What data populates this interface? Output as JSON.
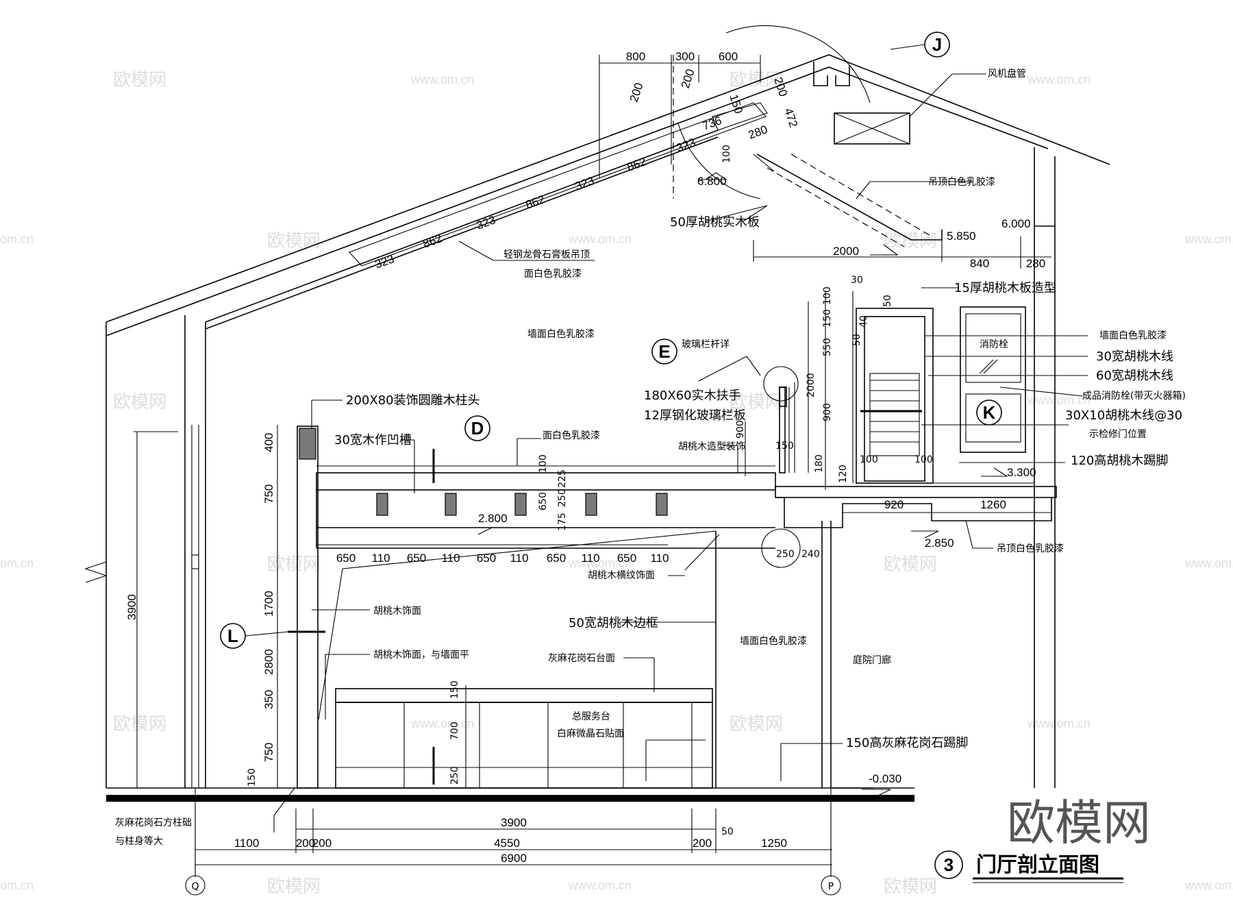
{
  "title": {
    "number": "3",
    "text": "门厅剖立面图"
  },
  "brand": "欧模网",
  "watermarks": {
    "cn": "欧模网",
    "url": "www.om.cn",
    "url_left": "om.cn"
  },
  "grid_labels": {
    "left": "Q",
    "right": "P"
  },
  "callouts": {
    "J": "J",
    "D": "D",
    "E": "E",
    "K": "K",
    "L": "L"
  },
  "annotations": {
    "fan_coil": "风机盘管",
    "ceiling_paint_1": "吊顶白色乳胶漆",
    "walnut_board_50": "50厚胡桃实木板",
    "light_steel_ceiling": "轻钢龙骨石膏板吊顶",
    "face_white_paint": "面白色乳胶漆",
    "wall_white_paint_main": "墙面白色乳胶漆",
    "walnut_board_15": "15厚胡桃木板造型",
    "wall_white_paint_right": "墙面白色乳胶漆",
    "walnut_line_30": "30宽胡桃木线",
    "walnut_line_60": "60宽胡桃木线",
    "fire_hydrant_box": "成品消防栓(带灭火器箱)",
    "walnut_line_30x10": "30X10胡桃木线@30",
    "access_door": "示检修门位置",
    "walnut_skirting_120": "120高胡桃木踢脚",
    "ceiling_paint_2": "吊顶白色乳胶漆",
    "glass_rail": "玻璃栏杆详",
    "handrail": "180X60实木扶手",
    "glass_panel": "12厚钢化玻璃栏板",
    "walnut_deco": "胡桃木造型装饰",
    "column_head": "200X80装饰圆雕木柱头",
    "groove_30": "30宽木作凹槽",
    "face_paint_beam": "面白色乳胶漆",
    "walnut_grain": "胡桃木横纹饰面",
    "walnut_frame_50": "50宽胡桃木边框",
    "walnut_face": "胡桃木饰面",
    "walnut_face_flush": "胡桃木饰面，与墙面平",
    "granite_top": "灰麻花岗石台面",
    "service_desk": "总服务台",
    "micro_crystal": "白麻微晶石贴面",
    "wall_white_paint_mid": "墙面白色乳胶漆",
    "courtyard_porch": "庭院门廊",
    "granite_skirting": "150高灰麻花岗石踢脚",
    "granite_base_1": "灰麻花岗石方柱础",
    "granite_base_2": "与柱身等大",
    "fire_hydrant": "消防栓"
  },
  "levels": {
    "l6800": "6.800",
    "l6000": "6.000",
    "l5850": "5.850",
    "l3300": "3.300",
    "l2850": "2.850",
    "l2800": "2.800",
    "l0030": "-0.030"
  },
  "dims": {
    "top_800": "800",
    "top_300": "300",
    "top_600": "600",
    "r200a": "200",
    "r200b": "200",
    "r200c": "200",
    "r150": "150",
    "r472": "472",
    "r736": "736",
    "r280": "280",
    "r323a": "323",
    "r862a": "862",
    "r323b": "323",
    "r862b": "862",
    "r323c": "323",
    "r862c": "862",
    "r323d": "323",
    "r100": "100",
    "d2000": "2000",
    "d840": "840",
    "d280": "280",
    "v30": "30",
    "v100a": "100",
    "v50a": "50",
    "v150": "150",
    "v40": "40",
    "v50b": "50",
    "v550": "550",
    "v900a": "900",
    "v100b": "100",
    "v100c": "100",
    "v2000": "2000",
    "v900b": "900",
    "v150b": "150",
    "v180": "180",
    "v120": "120",
    "d920": "920",
    "d1260": "1260",
    "d250": "250",
    "d240": "240",
    "b650a": "650",
    "b110a": "110",
    "b650b": "650",
    "b110b": "110",
    "b650c": "650",
    "b110c": "110",
    "b650d": "650",
    "b110d": "110",
    "b650e": "650",
    "b110e": "110",
    "bv100": "100",
    "bv225": "225",
    "bv650": "650",
    "bv175": "175",
    "bv250": "250",
    "c400": "400",
    "c750": "750",
    "c1700": "1700",
    "c2800": "2800",
    "c350": "350",
    "c750b": "750",
    "c150": "150",
    "h3900": "3900",
    "dv150": "150",
    "dv700": "700",
    "dv250": "250",
    "f3900": "3900",
    "f1100": "1100",
    "f200a": "200",
    "f200b": "200",
    "f4550": "4550",
    "f200c": "200",
    "f50": "50",
    "f1250": "1250",
    "f6900": "6900"
  }
}
